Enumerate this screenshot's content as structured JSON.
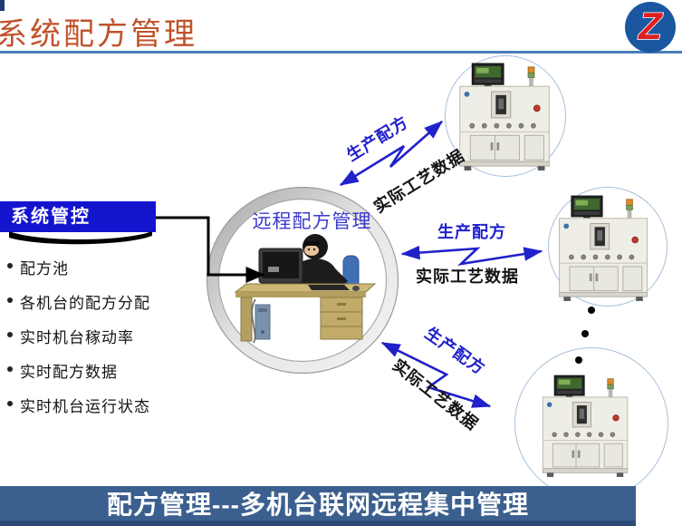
{
  "header": {
    "title": "系统配方管理",
    "logo_letter": "Z"
  },
  "left_panel": {
    "header": "系统管控",
    "bullets": [
      "配方池",
      "各机台的配方分配",
      "实时机台稼动率",
      "实时配方数据",
      "实时机台运行状态"
    ]
  },
  "center": {
    "label": "远程配方管理"
  },
  "links": [
    {
      "produce": "生产配方",
      "actual": "实际工艺数据"
    },
    {
      "produce": "生产配方",
      "actual": "实际工艺数据"
    },
    {
      "produce": "生产配方",
      "actual": "实际工艺数据"
    }
  ],
  "footer": {
    "banner": "配方管理---多机台联网远程集中管理"
  },
  "colors": {
    "title": "#c0522a",
    "rule": "#4a7ebb",
    "panel_header_bg": "#1414cf",
    "produce_label": "#2121cc",
    "actual_label": "#141414",
    "footer_bg": "#3b5f8e",
    "logo_blue": "#1a57a0",
    "logo_red": "#e02020"
  }
}
